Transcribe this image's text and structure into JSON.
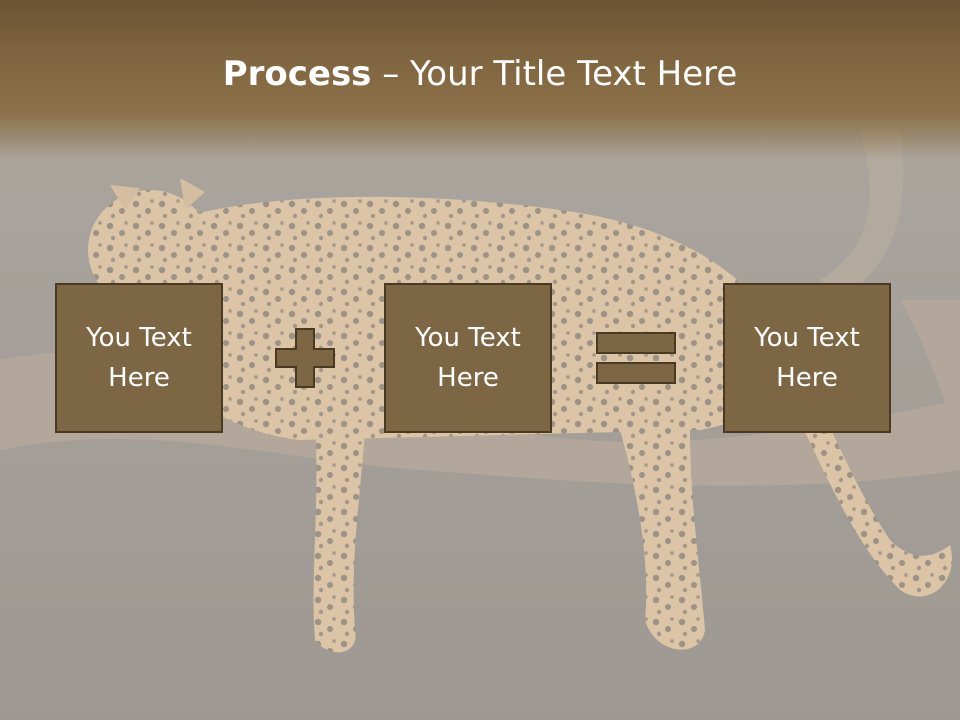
{
  "slide": {
    "title_bold": "Process",
    "title_rest": " – Your Title Text Here",
    "boxes": [
      {
        "text": "You Text Here"
      },
      {
        "text": "You Text Here"
      },
      {
        "text": "You Text Here"
      }
    ],
    "operators": [
      "plus-icon",
      "equals-icon"
    ],
    "background": "leopard-resting-on-branch-photo"
  },
  "colors": {
    "header": "#7f653f",
    "box_fill": "#7d6643",
    "box_border": "#4a3a22",
    "operator_fill": "#7d6643",
    "text": "#ffffff"
  }
}
